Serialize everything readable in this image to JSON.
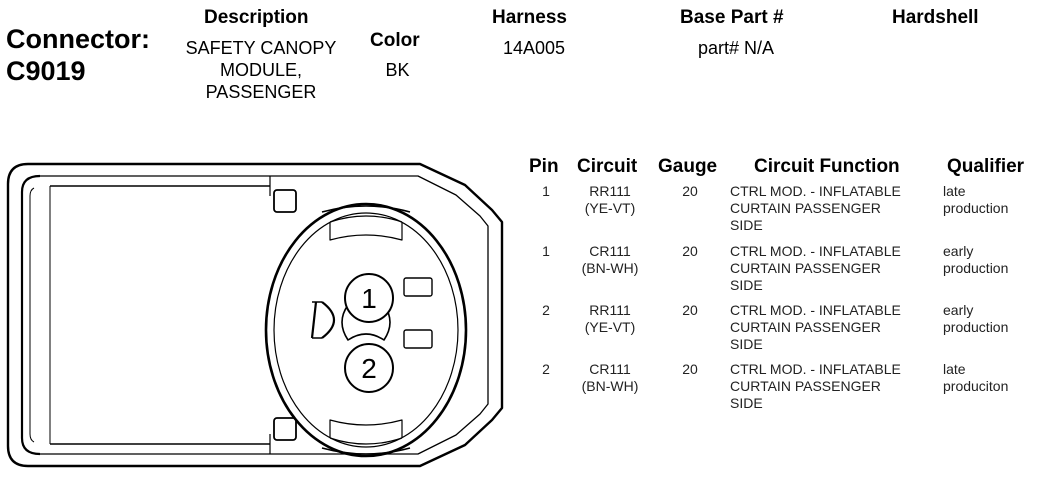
{
  "connector": {
    "label": "Connector:",
    "id": "C9019"
  },
  "header": {
    "description_label": "Description",
    "description_lines": [
      "SAFETY CANOPY",
      "MODULE,",
      "PASSENGER"
    ],
    "color_label": "Color",
    "color_value": "BK",
    "harness_label": "Harness",
    "harness_value": "14A005",
    "base_part_label": "Base Part #",
    "base_part_value": "part# N/A",
    "hardshell_label": "Hardshell"
  },
  "diagram": {
    "pin_labels": [
      "1",
      "2"
    ]
  },
  "table": {
    "columns": [
      "Pin",
      "Circuit",
      "Gauge",
      "Circuit Function",
      "Qualifier"
    ],
    "rows": [
      {
        "pin": "1",
        "circuit": [
          "RR111",
          "(YE-VT)"
        ],
        "gauge": "20",
        "function": [
          "CTRL MOD. - INFLATABLE",
          "CURTAIN PASSENGER",
          "SIDE"
        ],
        "qualifier": [
          "late",
          "production"
        ]
      },
      {
        "pin": "1",
        "circuit": [
          "CR111",
          "(BN-WH)"
        ],
        "gauge": "20",
        "function": [
          "CTRL MOD. - INFLATABLE",
          "CURTAIN PASSENGER",
          "SIDE"
        ],
        "qualifier": [
          "early",
          "production"
        ]
      },
      {
        "pin": "2",
        "circuit": [
          "RR111",
          "(YE-VT)"
        ],
        "gauge": "20",
        "function": [
          "CTRL MOD. - INFLATABLE",
          "CURTAIN PASSENGER",
          "SIDE"
        ],
        "qualifier": [
          "early",
          "production"
        ]
      },
      {
        "pin": "2",
        "circuit": [
          "CR111",
          "(BN-WH)"
        ],
        "gauge": "20",
        "function": [
          "CTRL MOD. - INFLATABLE",
          "CURTAIN PASSENGER",
          "SIDE"
        ],
        "qualifier": [
          "late",
          "produciton"
        ]
      }
    ]
  }
}
